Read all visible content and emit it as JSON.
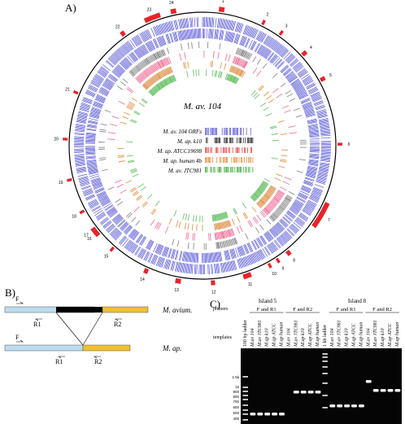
{
  "panels": {
    "a": "A)",
    "b": "B)",
    "c": "C)"
  },
  "circos": {
    "center_title": "M. av. 104",
    "legend": [
      {
        "label": "M. av. 104 ORFs",
        "color": "#5b5bd6"
      },
      {
        "label": "M. ap. k10",
        "color": "#222222"
      },
      {
        "label": "M. ap. ATCC19698",
        "color": "#e04040"
      },
      {
        "label": "M. ap. human 4b",
        "color": "#e08a3a"
      },
      {
        "label": "M. av. JTC981",
        "color": "#3aaa3a"
      }
    ],
    "islands": [
      "1",
      "2",
      "3",
      "4",
      "5",
      "6",
      "7",
      "8",
      "9",
      "10",
      "11",
      "12",
      "13",
      "14",
      "15",
      "16",
      "17",
      "18",
      "19",
      "20",
      "21",
      "22",
      "23",
      "24"
    ],
    "colors": {
      "orf": "#5b5bd6",
      "island": "#e8232a",
      "gray": "#8c8c8c",
      "pink": "#ee7a9e",
      "orange": "#e0964f",
      "green": "#6ec46e",
      "black": "#111111"
    }
  },
  "schematic": {
    "label_top": "M. avium.",
    "label_bottom": "M. ap.",
    "primers": [
      "F",
      "R1",
      "R2",
      "F",
      "R1",
      "R2"
    ],
    "colors": {
      "left": "#bcdcef",
      "island": "#000000",
      "right": "#f0c030"
    }
  },
  "gel": {
    "header_primers": "primers",
    "header_templates": "templates",
    "island5": "Island 5",
    "island8": "Island 8",
    "groups": [
      "F and R1",
      "F and R2",
      "F and R1",
      "F and R2"
    ],
    "lanes": [
      "100 bp ladder",
      "M.av 104",
      "M.av JTC981",
      "M.ap k10",
      "M.ap ATCC",
      "M.ap human",
      "M.av 104",
      "M.av JTC981",
      "M.ap k10",
      "M.ap ATCC",
      "M.ap human",
      "1 kb ladder",
      "M.av 104",
      "M.av JTC981",
      "M.ap k10",
      "M.ap ATCC",
      "M.ap human",
      "M.av 104",
      "M.av JTC981",
      "M.ap k10",
      "M.ap ATCC",
      "M.ap human"
    ],
    "size_markers": [
      "1.5k",
      "1k",
      "900",
      "800",
      "700",
      "600",
      "500",
      "400"
    ]
  }
}
